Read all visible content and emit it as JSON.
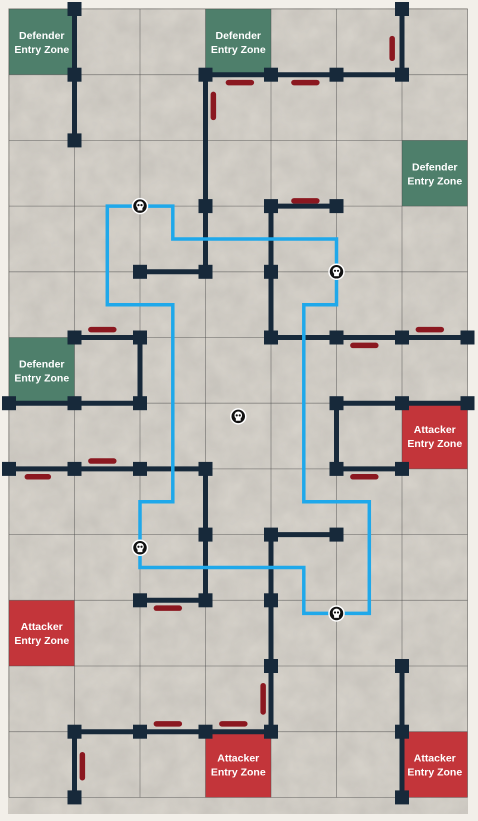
{
  "map": {
    "grid": {
      "cols": 7,
      "rows": 12
    },
    "colors": {
      "board": "#d8d4cc",
      "grid_line": "#4a4a4a",
      "wall": "#17293a",
      "door": "#8b1820",
      "path": "#1fa8ea",
      "defender_zone": "#4e7f6b",
      "attacker_zone": "#c3353a",
      "label": "#ffffff"
    },
    "zones": [
      {
        "type": "defender",
        "line1": "Defender",
        "line2": "Entry Zone",
        "col": 0,
        "row": 0
      },
      {
        "type": "defender",
        "line1": "Defender",
        "line2": "Entry Zone",
        "col": 3,
        "row": 0
      },
      {
        "type": "defender",
        "line1": "Defender",
        "line2": "Entry Zone",
        "col": 6,
        "row": 2
      },
      {
        "type": "defender",
        "line1": "Defender",
        "line2": "Entry Zone",
        "col": 0,
        "row": 5
      },
      {
        "type": "attacker",
        "line1": "Attacker",
        "line2": "Entry Zone",
        "col": 6,
        "row": 6
      },
      {
        "type": "attacker",
        "line1": "Attacker",
        "line2": "Entry Zone",
        "col": 0,
        "row": 9
      },
      {
        "type": "attacker",
        "line1": "Attacker",
        "line2": "Entry Zone",
        "col": 3,
        "row": 11
      },
      {
        "type": "attacker",
        "line1": "Attacker",
        "line2": "Entry Zone",
        "col": 6,
        "row": 11
      }
    ],
    "objective_icon": "skull-icon",
    "objectives": [
      {
        "col": 2.0,
        "row": 3.0
      },
      {
        "col": 5.0,
        "row": 4.0
      },
      {
        "col": 3.5,
        "row": 6.2
      },
      {
        "col": 2.0,
        "row": 8.2
      },
      {
        "col": 5.0,
        "row": 9.2
      }
    ]
  }
}
